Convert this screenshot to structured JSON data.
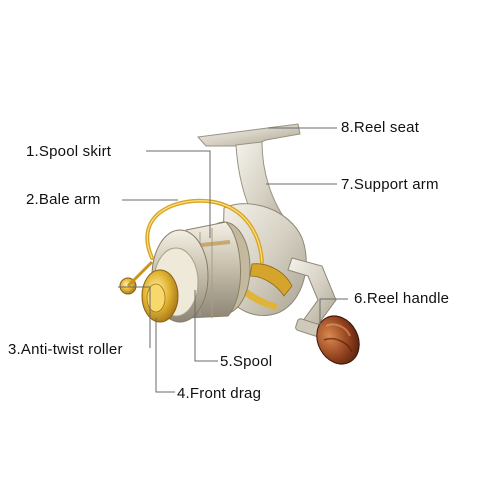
{
  "labels": {
    "spool_skirt": "1.Spool skirt",
    "bale_arm": "2.Bale arm",
    "anti_twist_roller": "3.Anti-twist roller",
    "front_drag": "4.Front drag",
    "spool": "5.Spool",
    "reel_handle": "6.Reel handle",
    "support_arm": "7.Support arm",
    "reel_seat": "8.Reel seat"
  },
  "colors": {
    "leader_line": "#6a6a6a",
    "gold": "#d9a521",
    "silver": "#d8d4c8",
    "handle_knob": "#8a3d1e"
  }
}
